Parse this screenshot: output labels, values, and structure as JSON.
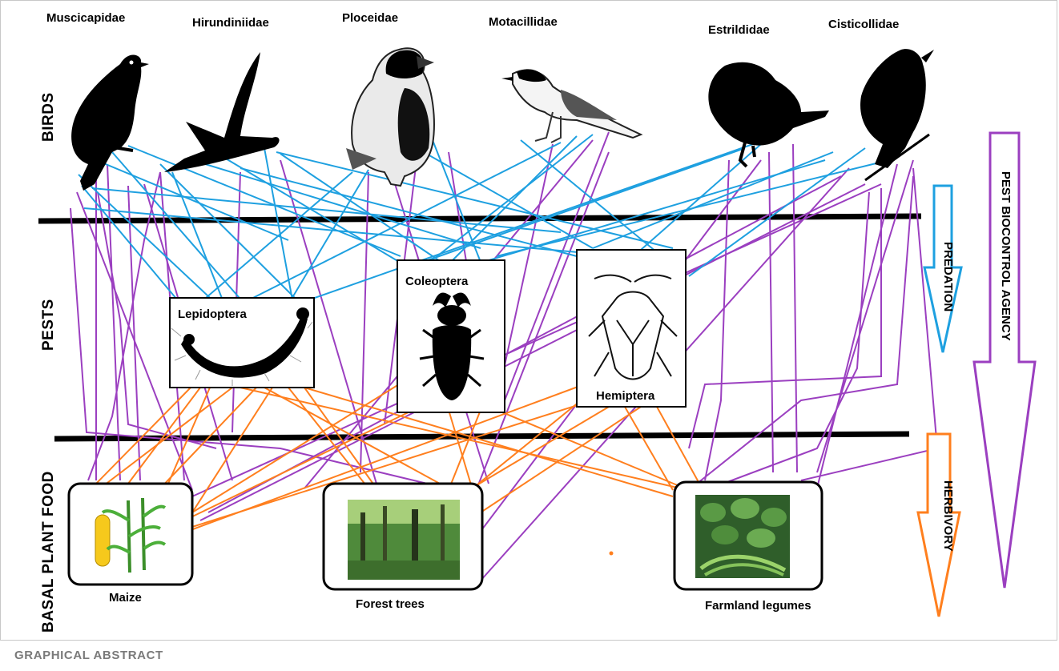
{
  "caption": "GRAPHICAL ABSTRACT",
  "levels": {
    "birds": "BIRDS",
    "pests": "PESTS",
    "plants": "BASAL PLANT FOOD"
  },
  "birds": [
    "Muscicapidae",
    "Hirundiniidae",
    "Ploceidae",
    "Motacillidae",
    "Estrildidae",
    "Cisticollidae"
  ],
  "pests": [
    "Lepidoptera",
    "Coleoptera",
    "Hemiptera"
  ],
  "plants": [
    "Maize",
    "Forest trees",
    "Farmland legumes"
  ],
  "arrows": {
    "predation": "PREDATION",
    "herbivory": "HERBIVORY",
    "biocontrol": "PEST BIOCONTROL AGENCY"
  },
  "colors": {
    "predation": "#1ea0e0",
    "herbivory": "#ff7f1e",
    "biocontrol": "#9b3fc0",
    "divider": "#000000"
  }
}
